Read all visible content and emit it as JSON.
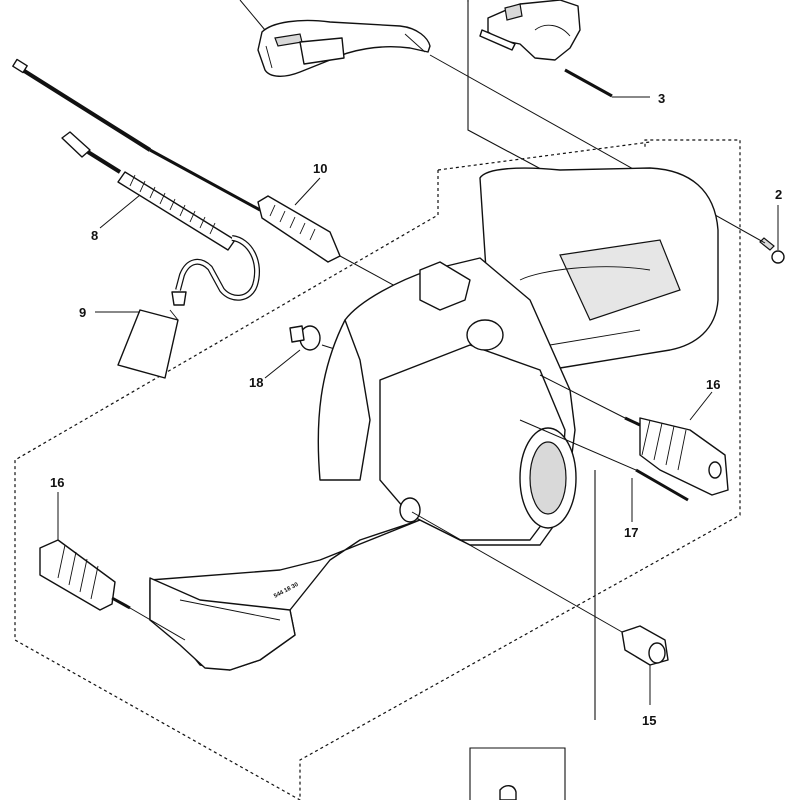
{
  "diagram": {
    "callouts": [
      "2",
      "3",
      "8",
      "9",
      "10",
      "15",
      "16",
      "16",
      "17",
      "18"
    ],
    "part_marking": "544 18 30"
  }
}
